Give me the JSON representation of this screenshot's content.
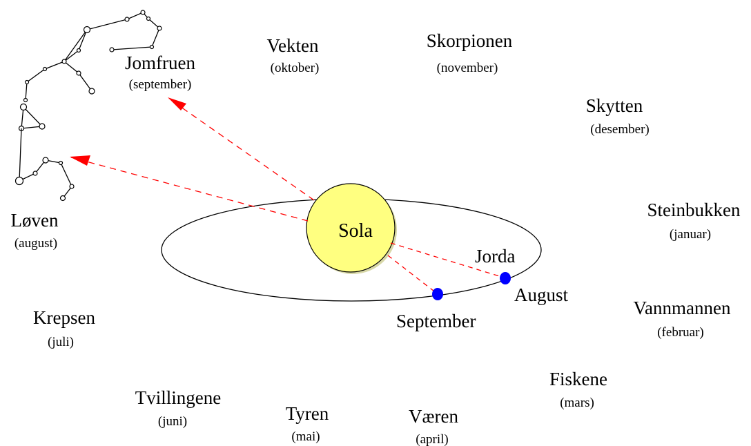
{
  "diagram": {
    "sun_label": "Sola",
    "earth_label": "Jorda",
    "positions": {
      "august": "August",
      "september": "September"
    },
    "colors": {
      "sun_fill": "#ffff80",
      "sun_shadow": "#e8e8a0",
      "earth": "#0000ff",
      "arrow": "#ff0000",
      "stroke": "#000000"
    },
    "constellations": {
      "jomfruen": {
        "name": "Jomfruen",
        "month": "(september)"
      },
      "vekten": {
        "name": "Vekten",
        "month": "(oktober)"
      },
      "skorpionen": {
        "name": "Skorpionen",
        "month": "(november)"
      },
      "skytten": {
        "name": "Skytten",
        "month": "(desember)"
      },
      "steinbukken": {
        "name": "Steinbukken",
        "month": "(januar)"
      },
      "vannmannen": {
        "name": "Vannmannen",
        "month": "(februar)"
      },
      "fiskene": {
        "name": "Fiskene",
        "month": "(mars)"
      },
      "vaeren": {
        "name": "Væren",
        "month": "(april)"
      },
      "tyren": {
        "name": "Tyren",
        "month": "(mai)"
      },
      "tvillingene": {
        "name": "Tvillingene",
        "month": "(juni)"
      },
      "krepsen": {
        "name": "Krepsen",
        "month": "(juli)"
      },
      "loven": {
        "name": "Løven",
        "month": "(august)"
      }
    }
  }
}
